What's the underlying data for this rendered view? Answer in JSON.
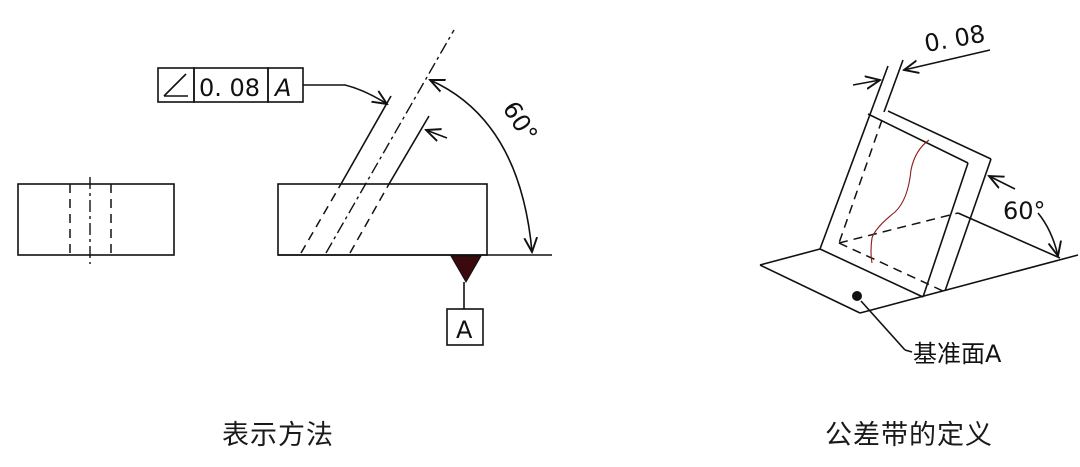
{
  "left_figure": {
    "caption": "表示方法",
    "feature_control_frame": {
      "symbol": "∠",
      "symbol_name": "angularity",
      "tolerance": "0. 08",
      "datum": "A"
    },
    "angle_label": "60°",
    "datum_label": "A"
  },
  "right_figure": {
    "caption": "公差带的定义",
    "tolerance_width_label": "0. 08",
    "angle_label": "60°",
    "datum_plane_label": "基准面A"
  },
  "colors": {
    "line": "#111111",
    "datum_triangle": "#3a0a0e",
    "surface_curve": "#8b1a1a",
    "background": "#ffffff"
  }
}
